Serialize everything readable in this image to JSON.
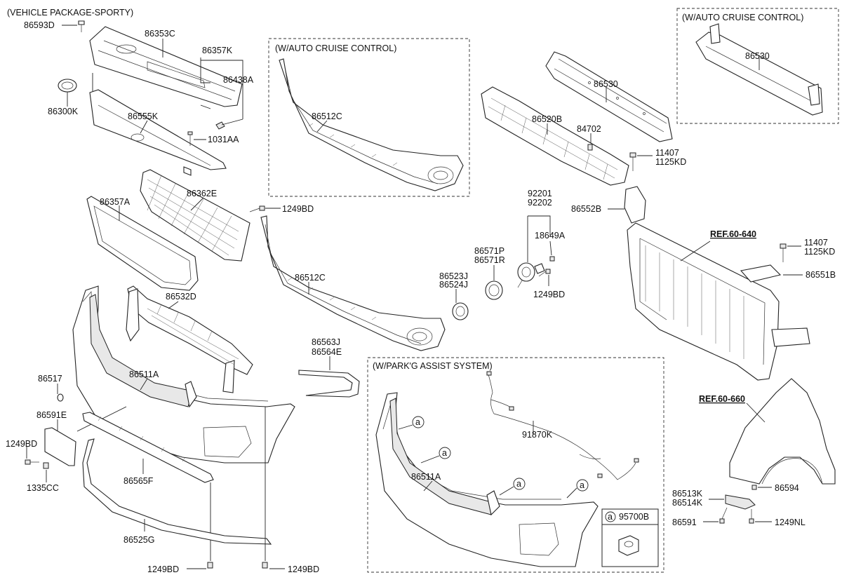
{
  "sections": {
    "vehicle_package": "(VEHICLE PACKAGE-SPORTY)",
    "cruise_mid": "(W/AUTO CRUISE CONTROL)",
    "cruise_right": "(W/AUTO CRUISE CONTROL)",
    "park_assist": "(W/PARK'G ASSIST SYSTEM)"
  },
  "refs": {
    "ref640": "REF.60-640",
    "ref660": "REF.60-660"
  },
  "labels": {
    "p86593D": "86593D",
    "p86353C": "86353C",
    "p86357K": "86357K",
    "p86438A": "86438A",
    "p86300K": "86300K",
    "p86555K": "86555K",
    "p1031AA": "1031AA",
    "p86362E": "86362E",
    "p86357A": "86357A",
    "p1249BD_a": "1249BD",
    "p86512C_box": "86512C",
    "p86512C": "86512C",
    "p86532D": "86532D",
    "p86517": "86517",
    "p86511A": "86511A",
    "p86591E": "86591E",
    "p1249BD_b": "1249BD",
    "p1335CC": "1335CC",
    "p86565F": "86565F",
    "p86525G": "86525G",
    "p1249BD_c": "1249BD",
    "p1249BD_d": "1249BD",
    "p86563J": "86563J",
    "p86564E": "86564E",
    "p86523J": "86523J",
    "p86524J": "86524J",
    "p86571P": "86571P",
    "p86571R": "86571R",
    "p92201": "92201",
    "p92202": "92202",
    "p18649A": "18649A",
    "p1249BD_e": "1249BD",
    "p86530_mid": "86530",
    "p86530_box": "86530",
    "p86520B": "86520B",
    "p84702": "84702",
    "p11407_a": "11407",
    "p1125KD_a": "1125KD",
    "p86552B": "86552B",
    "p11407_b": "11407",
    "p1125KD_b": "1125KD",
    "p86551B": "86551B",
    "p91870K": "91870K",
    "p86511A_park": "86511A",
    "p95700B": "95700B",
    "p86513K": "86513K",
    "p86514K": "86514K",
    "p86594": "86594",
    "p86591": "86591",
    "p1249NL": "1249NL"
  },
  "callout_letter": "a"
}
